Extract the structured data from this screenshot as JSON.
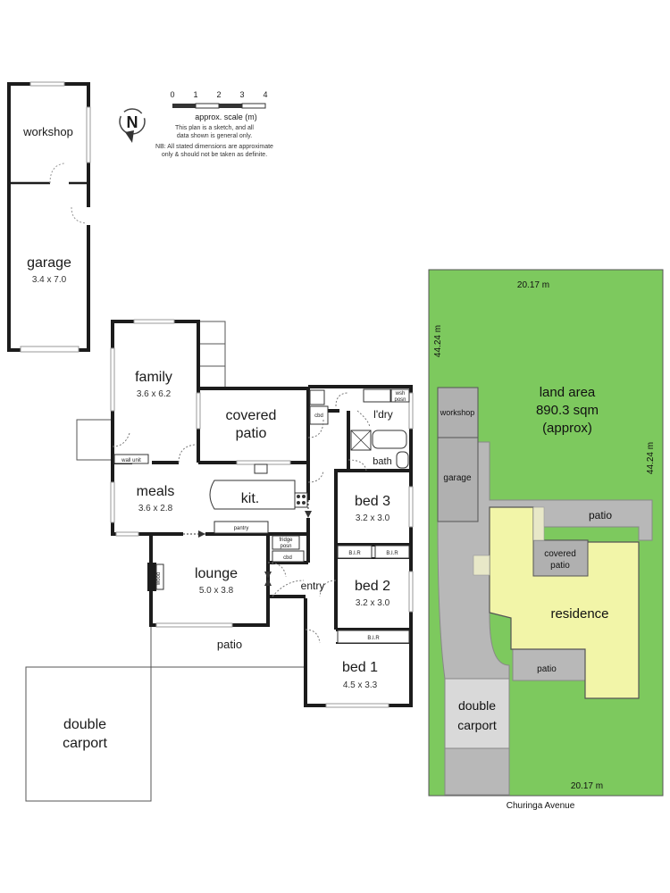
{
  "scale": {
    "ticks": [
      "0",
      "1",
      "2",
      "3",
      "4"
    ],
    "caption": "approx. scale (m)",
    "note1_line1": "This plan is a sketch, and all",
    "note1_line2": "data shown is general only.",
    "note2_line1": "NB: All stated dimensions are approximate",
    "note2_line2": "only & should not be taken as definite."
  },
  "compass_letter": "N",
  "floorplan": {
    "workshop": "workshop",
    "garage": "garage",
    "garage_dim": "3.4 x 7.0",
    "family": "family",
    "family_dim": "3.6 x 6.2",
    "covered_patio_1": "covered",
    "covered_patio_2": "patio",
    "cbd": "cbd",
    "laundry": "l'dry",
    "washer_1": "wsh",
    "washer_2": "posn",
    "bath": "bath",
    "wall_unit": "wall unit",
    "meals": "meals",
    "meals_dim": "3.6 x 2.8",
    "kitchen": "kit.",
    "pantry": "pantry",
    "fridge_1": "fridge",
    "fridge_2": "posn",
    "cbd2": "cbd",
    "bed3": "bed 3",
    "bed3_dim": "3.2 x 3.0",
    "bir_a": "B.I.R",
    "bir_b": "B.I.R",
    "bed2": "bed 2",
    "bed2_dim": "3.2 x 3.0",
    "bir_c": "B.I.R",
    "lounge": "lounge",
    "lounge_dim": "5.0 x 3.8",
    "fireplace": "wood",
    "entry": "entry",
    "patio": "patio",
    "bed1": "bed 1",
    "bed1_dim": "4.5 x 3.3",
    "double_carport_1": "double",
    "double_carport_2": "carport"
  },
  "siteplan": {
    "width_top": "20.17 m",
    "width_bottom": "20.17 m",
    "depth_left": "44.24 m",
    "depth_right": "44.24 m",
    "land_area_1": "land area",
    "land_area_2": "890.3 sqm",
    "land_area_3": "(approx)",
    "workshop": "workshop",
    "garage": "garage",
    "patio_1": "patio",
    "covered_patio_1": "covered",
    "covered_patio_2": "patio",
    "residence": "residence",
    "patio_2": "patio",
    "double_carport_1": "double",
    "double_carport_2": "carport",
    "street": "Churinga Avenue"
  },
  "colors": {
    "wall": "#1c1c1c",
    "lawn": "#7dc95e",
    "paving": "#b8b8b8",
    "residence": "#f2f5a8",
    "tile": "#e8e8c8",
    "carport": "#d9d9d9"
  }
}
